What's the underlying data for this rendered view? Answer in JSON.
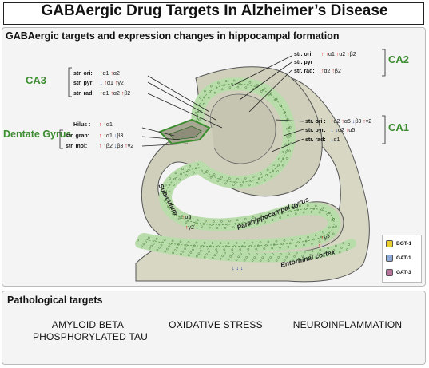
{
  "title": "GABAergic Drug Targets In Alzheimer’s Disease",
  "subtitle": "GABAergic targets and expression changes in hippocampal formation",
  "regions": {
    "ca3": "CA3",
    "ca2": "CA2",
    "ca1": "CA1",
    "dentate": "Dentate Gyrus",
    "subiculum": "Subiculum",
    "parahippocampal": "Parahippocampal gyrus",
    "entorhinal": "Entorhinal cortex"
  },
  "ca3_layers": [
    {
      "layer": "str. ori:",
      "rec": "↑α1 ↑α2"
    },
    {
      "layer": "str. pyr:",
      "rec": "↓ ↑α1 ↑γ2"
    },
    {
      "layer": "str. rad:",
      "rec": "↑α1 ↑α2 ↑β2"
    }
  ],
  "ca2_layers": [
    {
      "layer": "str. ori:",
      "rec": "↑ ↑α1 ↑α2 ↑β2"
    },
    {
      "layer": "str. pyr",
      "rec": ""
    },
    {
      "layer": "str. rad:",
      "rec": "↑α2 ↑β2"
    }
  ],
  "ca1_layers": [
    {
      "layer": "str. ori :",
      "rec": "↑α2 ↑α5 ↓β3 ↑γ2"
    },
    {
      "layer": "str. pyr:",
      "rec": "↓ ↓α2 ↑α5"
    },
    {
      "layer": "str. rad:",
      "rec": "↓α1"
    }
  ],
  "dg_layers": [
    {
      "layer": "Hilus :",
      "rec": "↑ ↑α1"
    },
    {
      "layer": "str. gran:",
      "rec": "↑ ↑α1 ↓β3"
    },
    {
      "layer": "str. mol:",
      "rec": "↑ ↑β2 ↓β3 ↑γ2"
    }
  ],
  "subiculum_rec": [
    "↑α5",
    "↑γ2 ↓"
  ],
  "entorhinal_rec": [
    "↑γ2",
    "↑ ↓",
    "↓ ↓ ↓"
  ],
  "legend": [
    {
      "label": "BGT-1",
      "color": "#e8cf2a"
    },
    {
      "label": "GAT-1",
      "color": "#8aa8d8"
    },
    {
      "label": "GAT-3",
      "color": "#b8739a"
    }
  ],
  "pathological_title": "Pathological targets",
  "pathological_targets": {
    "t1": "AMYLOID BETA",
    "t2": "PHOSPHORYLATED TAU",
    "t3": "OXIDATIVE STRESS",
    "t4": "NEUROINFLAMMATION"
  },
  "colors": {
    "tissue": "#d7d7c4",
    "green_band": "#c9e6bd",
    "region_text": "#3c8d2f",
    "up_arrow": "#d02a20",
    "down_arrow": "#2a4fa8"
  }
}
